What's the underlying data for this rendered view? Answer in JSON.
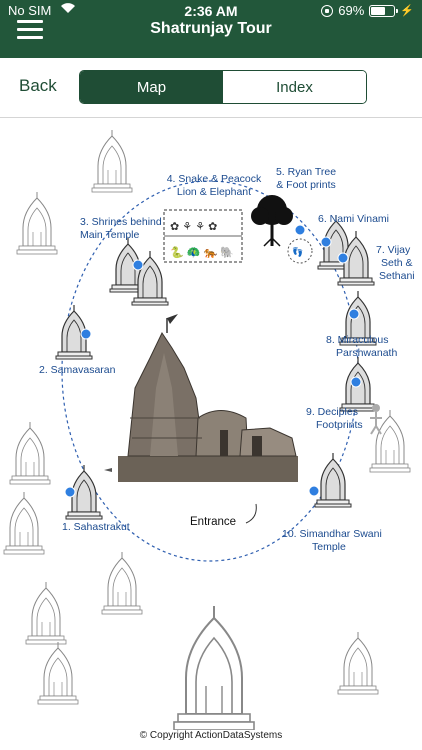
{
  "status_bar": {
    "carrier": "No SIM",
    "time": "2:36 AM",
    "battery_percent": "69%",
    "battery_level": 0.69,
    "wifi_icon": "wifi-icon",
    "lock_icon": "orientation-lock-icon",
    "charging_icon": "charging-bolt-icon"
  },
  "header": {
    "title": "Shatrunjay Tour",
    "menu_icon": "hamburger-menu-icon",
    "background_color": "#22573a"
  },
  "nav": {
    "back_label": "Back",
    "tabs": [
      {
        "label": "Map",
        "active": true
      },
      {
        "label": "Index",
        "active": false
      }
    ]
  },
  "map": {
    "labels": {
      "l1": "1. Sahastrakut",
      "l2": "2. Samavasaran",
      "l3a": "3. Shrines behind",
      "l3b": "Main Temple",
      "l4a": "4. Snake & Peacock",
      "l4b": "Lion & Elephant",
      "l5a": "5. Ryan Tree",
      "l5b": "& Foot prints",
      "l6": "6. Nami Vinami",
      "l7a": "7. Vijay",
      "l7b": "Seth &",
      "l7c": "Sethani",
      "l8a": "8. Miraculous",
      "l8b": "Parshwanath",
      "l9a": "9. Deciples",
      "l9b": "Footprints",
      "l10a": "10. Simandhar Swani",
      "l10b": "Temple",
      "entrance": "Entrance"
    },
    "label_color": "#1c4b8f",
    "marker_color": "#2f7fe0"
  },
  "footer": {
    "copyright": "© Copyright  ActionDataSystems"
  }
}
